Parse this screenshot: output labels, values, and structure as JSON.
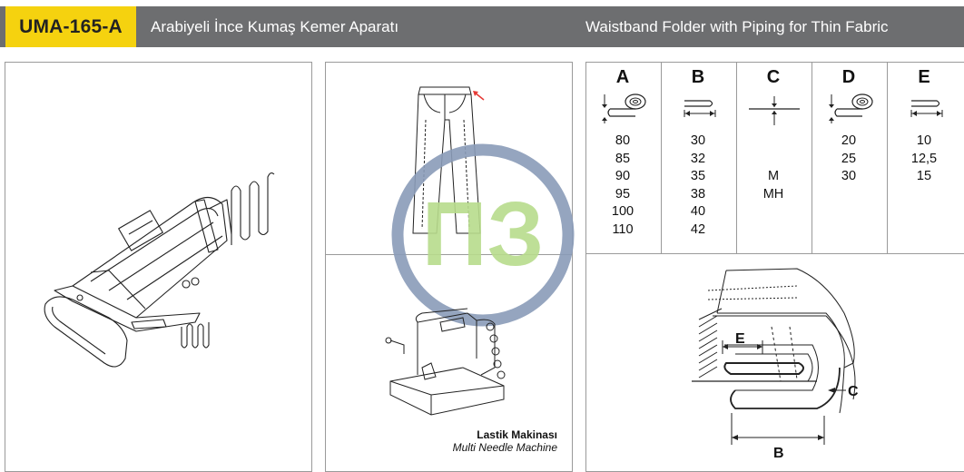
{
  "header": {
    "code": "UMA-165-A",
    "title_tr": "Arabiyeli İnce Kumaş Kemer Aparatı",
    "title_en": "Waistband Folder with Piping for Thin Fabric"
  },
  "spec_table": {
    "columns": [
      {
        "letter": "A",
        "icon": "rolled-tape-icon",
        "values": [
          "80",
          "85",
          "90",
          "95",
          "100",
          "110"
        ]
      },
      {
        "letter": "B",
        "icon": "folded-width-icon",
        "values": [
          "30",
          "32",
          "35",
          "38",
          "40",
          "42"
        ]
      },
      {
        "letter": "C",
        "icon": "thickness-line-icon",
        "values": [
          "",
          "",
          "M",
          "MH"
        ]
      },
      {
        "letter": "D",
        "icon": "rolled-tape-icon",
        "values": [
          "20",
          "25",
          "30"
        ]
      },
      {
        "letter": "E",
        "icon": "folded-width-icon",
        "values": [
          "10",
          "12,5",
          "15"
        ]
      }
    ]
  },
  "diagram_labels": {
    "e": "E",
    "c": "C",
    "b": "B"
  },
  "machine": {
    "label_tr": "Lastik Makinası",
    "label_en": "Multi Needle Machine"
  },
  "watermark": {
    "text": "ПЗ",
    "ring_color": "#8a9bb8",
    "letter_color": "#b8dc8c"
  },
  "colors": {
    "header_bg": "#6d6e70",
    "code_bg": "#f5d20f",
    "arrow_red": "#e53935"
  }
}
